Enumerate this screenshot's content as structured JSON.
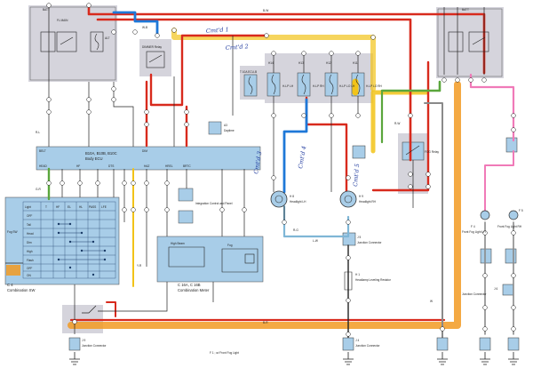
{
  "title": "Fog Light Wiring Diagram",
  "colors": {
    "background": "#ffffff",
    "panel_blue": "#a8cde8",
    "ground_panel": "#d5d4dc",
    "wire_red": "#d82a1d",
    "wire_blue": "#1e78d8",
    "wire_yellow": "#f2c318",
    "wire_orange": "#f29a22",
    "wire_green": "#5aa63c",
    "wire_pink": "#f07ab8",
    "wire_gray": "#8a8a8a",
    "wire_black": "#222222",
    "wire_lightblue": "#7fb6d6",
    "handwriting_blue": "#1f3a9e"
  },
  "components": {
    "batt_left": "BATT",
    "batt_right": "BATT",
    "main_fuse": "FL MAIN",
    "fusible_link": "ALT",
    "dimmer_relay": "DIMMER Relay",
    "ecu_ref": "T 10A ECU-B",
    "body_ecu_code": "B10A, B10B, B10C",
    "body_ecu": "Body ECU",
    "body_ecu_pins": [
      "BELT",
      "HEAD",
      "HF",
      "DTS",
      "DIM",
      "HAZ",
      "HREL",
      "BRTC"
    ],
    "relay_ref": "A3",
    "relay_name": "Daytime",
    "ic_label": "Integration Control and Panel",
    "comb_switch_code": "C 4",
    "comb_switch_name": "Combination SW",
    "comb_switch_row_labels": [
      "Light",
      "OFF",
      "Tail",
      "Head",
      "Dim",
      "High",
      "Flash",
      "OFF",
      "ON"
    ],
    "comb_switch_cols": [
      "T",
      "HF",
      "EL",
      "HL",
      "PASS",
      "LFE"
    ],
    "fog_switch_label": "Fog SW",
    "comb_meter_code": "C 16A, C 16B",
    "comb_meter_name": "Combination Meter",
    "indicator_high": "High Beam",
    "indicator_fog": "Fog",
    "headlamp_lh_code": "H 8",
    "headlamp_lh_name": "Headlight LH",
    "headlamp_rh_code": "H 9",
    "headlamp_rh_name": "Headlight RH",
    "jc_code": "J 5",
    "jc_name": "Junction Connector",
    "beam_level_code": "H 1",
    "beam_level_name": "Headlamp Leveling Resistor",
    "lower_jc_code": "J 4",
    "lower_jc_name": "Junction Connector",
    "fog_relay_name": "FOG Relay",
    "fog_lh_code": "F 4",
    "fog_lh_name": "Front Fog Light LH",
    "fog_rh_code": "F 5",
    "fog_rh_name": "Front Fog Light RH",
    "right_jc_code": "J 6",
    "right_jc_name": "Junction Connector",
    "ground_jc_code": "J 9",
    "ground_jc_name": "Junction Connector",
    "bottom_note": "F 1 ; w/ Front Fog Light",
    "fuse_names": [
      "H-LP LH",
      "H-LP RH",
      "H-LP LO LH",
      "H-LP LO RH"
    ],
    "fuse_top_ids": [
      "H14",
      "H13",
      "H12",
      "H11"
    ],
    "pin_labels": [
      "B-W",
      "W-B",
      "R-L",
      "R-W",
      "G-R",
      "R-G",
      "L-W",
      "Y-R",
      "B-R",
      "W"
    ]
  },
  "annotations": [
    "Cmt'd 1",
    "Cmt'd 2",
    "Cmt'd 3",
    "Cmt'd 4",
    "Cmt'd 5"
  ]
}
